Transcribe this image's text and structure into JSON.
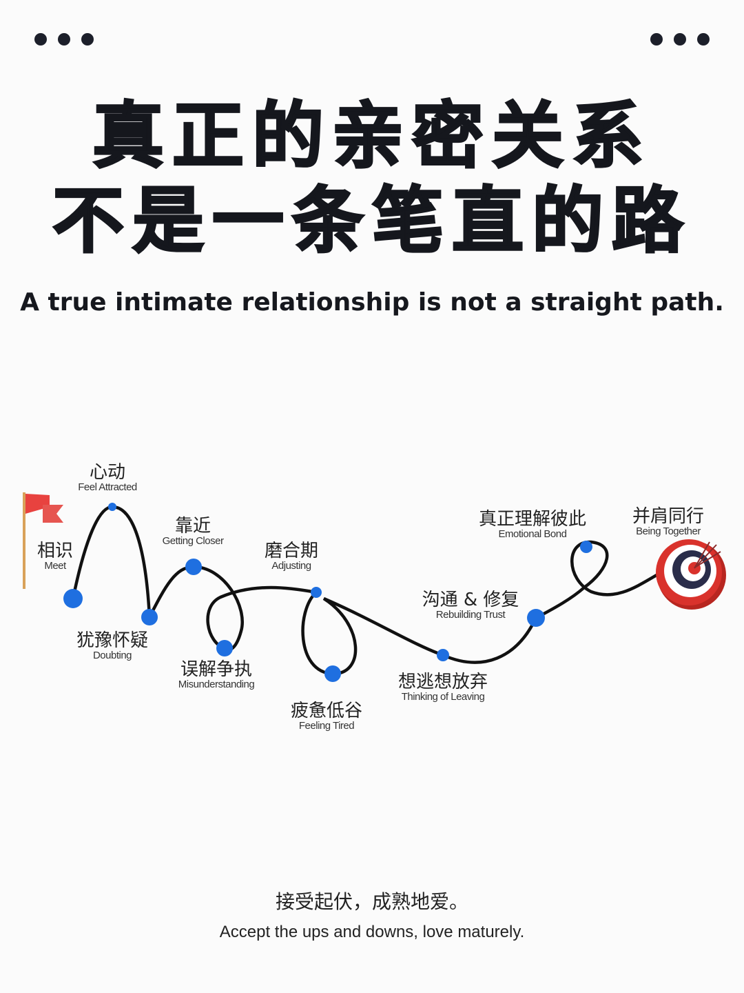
{
  "title": {
    "line1": "真正的亲密关系",
    "line2": "不是一条笔直的路"
  },
  "subtitle": "A true intimate relationship is not a straight path.",
  "stages": [
    {
      "zh": "相识",
      "en": "Meet"
    },
    {
      "zh": "心动",
      "en": "Feel Attracted"
    },
    {
      "zh": "犹豫怀疑",
      "en": "Doubting"
    },
    {
      "zh": "靠近",
      "en": "Getting Closer"
    },
    {
      "zh": "误解争执",
      "en": "Misunderstanding"
    },
    {
      "zh": "磨合期",
      "en": "Adjusting"
    },
    {
      "zh": "疲惫低谷",
      "en": "Feeling Tired"
    },
    {
      "zh": "想逃想放弃",
      "en": "Thinking of Leaving"
    },
    {
      "zh": "沟通 & 修复",
      "en": "Rebuilding Trust"
    },
    {
      "zh": "真正理解彼此",
      "en": "Emotional Bond"
    },
    {
      "zh": "并肩同行",
      "en": "Being Together"
    }
  ],
  "footer": {
    "zh": "接受起伏，成熟地爱。",
    "en": "Accept the ups and downs, love maturely."
  },
  "colors": {
    "dot": "#1f6fe0",
    "flag": "#e8423f",
    "target_red": "#d9322c",
    "target_navy": "#2a2d4a"
  }
}
